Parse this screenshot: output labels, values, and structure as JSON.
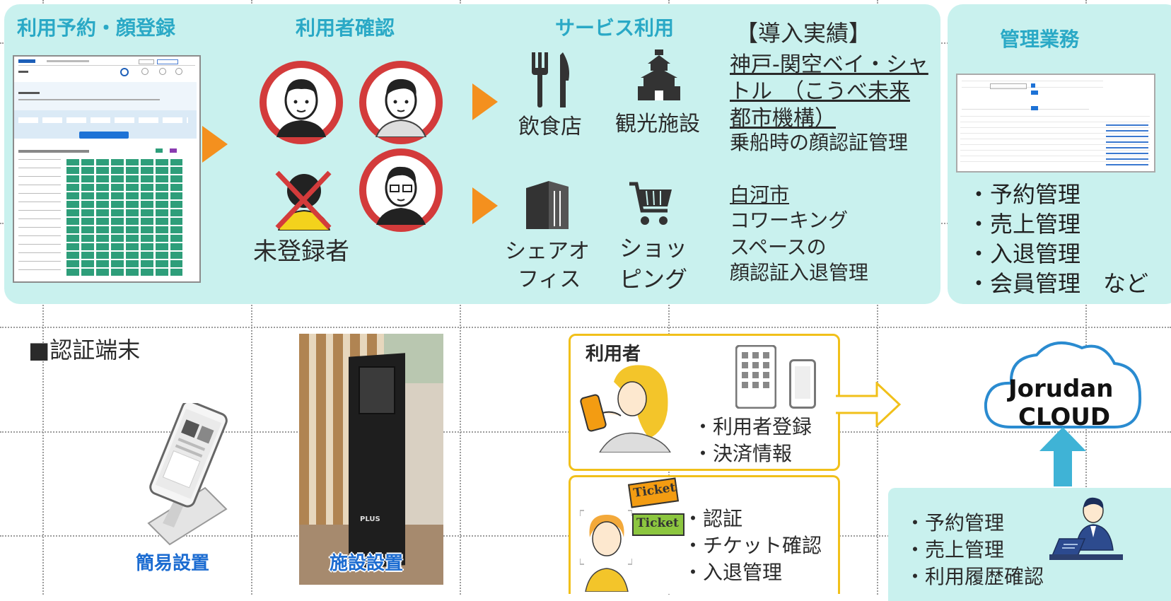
{
  "sections": {
    "reserve_title": "利用予約・顔登録",
    "confirm_title": "利用者確認",
    "service_title": "サービス利用",
    "manage_title": "管理業務"
  },
  "confirm": {
    "unregistered_label": "未登録者"
  },
  "services": [
    {
      "label": "飲食店",
      "icon": "fork-knife-icon"
    },
    {
      "label": "観光施設",
      "icon": "castle-icon"
    },
    {
      "label_line1": "シェアオ",
      "label_line2": "フィス",
      "icon": "office-building-icon"
    },
    {
      "label_line1": "ショッ",
      "label_line2": "ピング",
      "icon": "shopping-cart-icon"
    }
  ],
  "results": {
    "heading": "【導入実績】",
    "case1_line1": "神戸-関空ベイ・シャ",
    "case1_line2": "トル　（こうべ未来",
    "case1_line3": "都市機構）",
    "case1_desc": "乗船時の顔認証管理",
    "case2_name": "白河市",
    "case2_line1": "コワーキング",
    "case2_line2": "スペースの",
    "case2_line3": "顔認証入退管理"
  },
  "manage_items": [
    "・予約管理",
    "・売上管理",
    "・入退管理",
    "・会員管理　など"
  ],
  "terminal": {
    "heading": "■認証端末",
    "simple_label": "簡易設置",
    "facility_label": "施設設置",
    "device_brand": "PLUS"
  },
  "user_box": {
    "title": "利用者",
    "items": [
      "・利用者登録",
      "・決済情報"
    ]
  },
  "auth_box": {
    "ticket1": "Ticket",
    "ticket2": "Ticket",
    "items": [
      "・認証",
      "・チケット確認",
      "・入退管理"
    ]
  },
  "cloud": {
    "line1": "Jorudan",
    "line2": "CLOUD"
  },
  "admin_box": {
    "items": [
      "・予約管理",
      "・売上管理",
      "・利用履歴確認"
    ]
  },
  "colors": {
    "panel": "#c9f1ee",
    "title": "#2aa9c6",
    "arrow": "#f4901e",
    "circle": "#d33b3b",
    "box_border": "#f1c01a",
    "cloud_arrow": "#3fb3d6"
  }
}
